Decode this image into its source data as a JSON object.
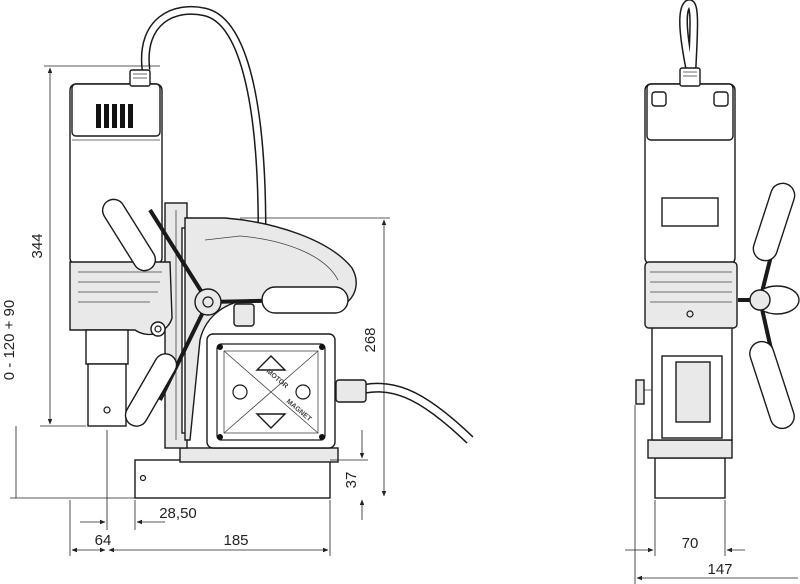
{
  "dimensions": {
    "overall_height": "344",
    "stroke": "0 - 120 + 90",
    "arm_height": "268",
    "base_height": "37",
    "spindle_offset": "28,50",
    "spindle_to_base_edge": "64",
    "base_length": "185",
    "base_width_inner": "70",
    "base_width_total": "147"
  },
  "control_panel": {
    "label_motor": "MOTOR",
    "label_magnet": "MAGNET"
  },
  "colors": {
    "line": "#1a1a1a",
    "fill_light": "#e9e9e9",
    "fill_dark": "#cfcfcf"
  }
}
